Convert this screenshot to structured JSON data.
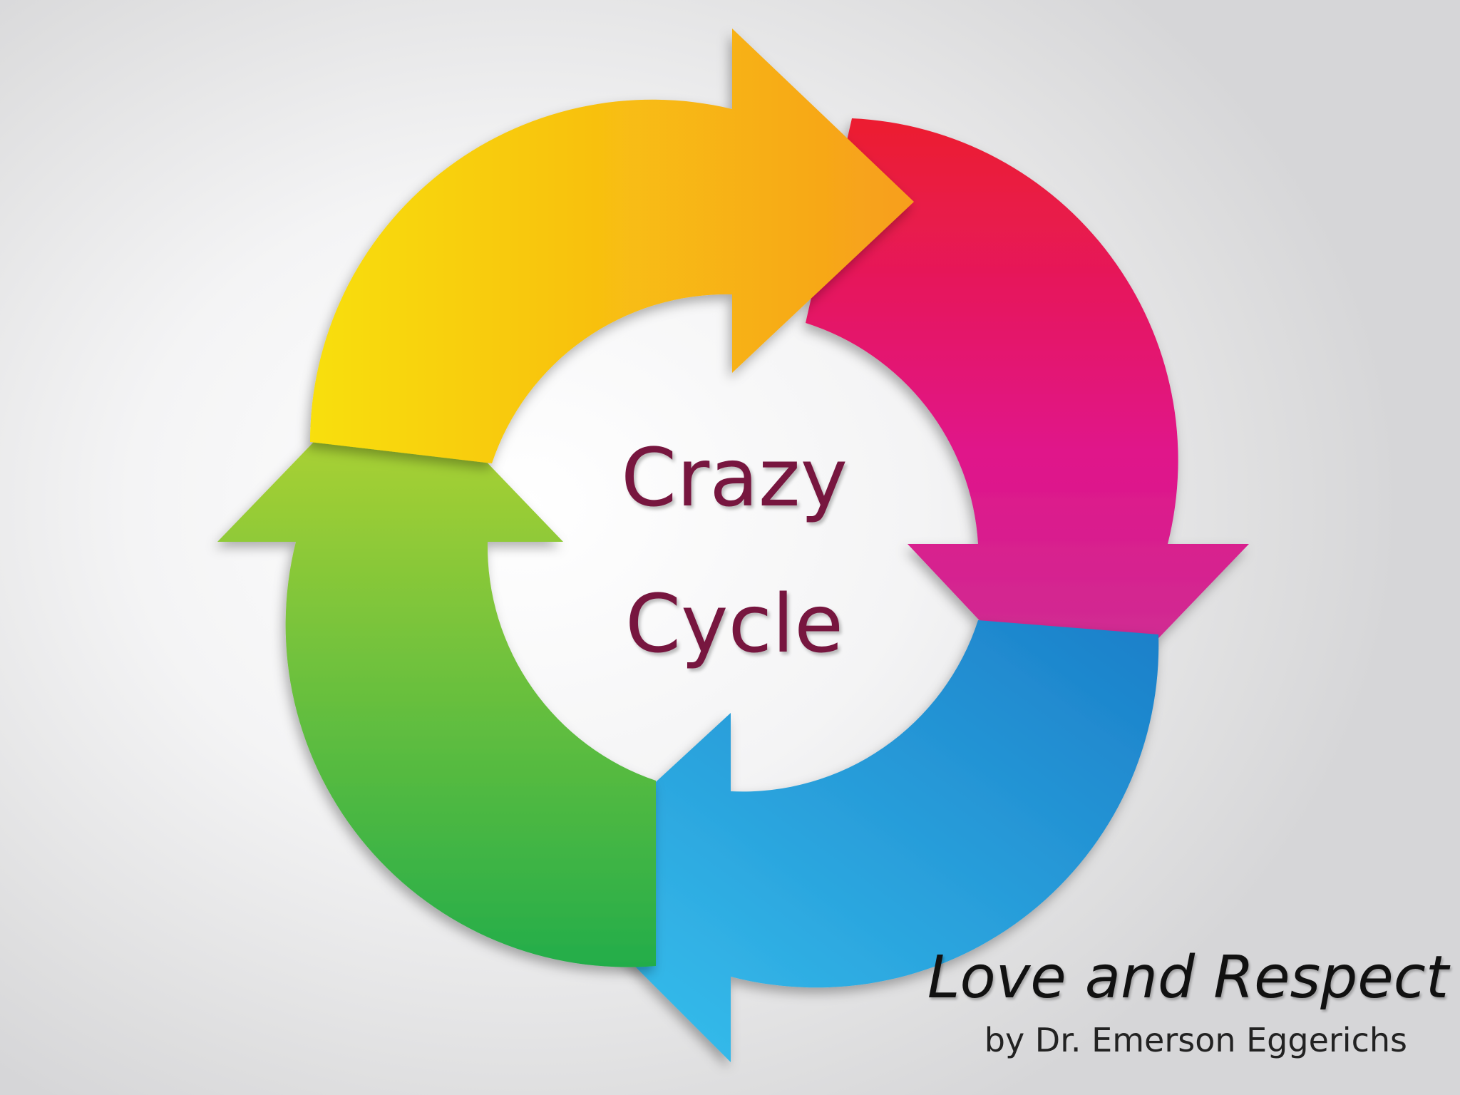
{
  "diagram": {
    "center_lines": [
      "Crazy",
      "Cycle"
    ],
    "segments": [
      {
        "name": "yellow-orange-arrow",
        "colors": [
          "#f8df07",
          "#f79e1c"
        ]
      },
      {
        "name": "red-magenta-arrow",
        "colors": [
          "#ec1d2f",
          "#c93696"
        ]
      },
      {
        "name": "blue-arrow",
        "colors": [
          "#1b7fc9",
          "#38c3ef"
        ]
      },
      {
        "name": "green-arrow",
        "colors": [
          "#23ad49",
          "#bdd630"
        ]
      }
    ],
    "text_color": "#77163f"
  },
  "footer": {
    "title": "Love and Respect",
    "subtitle": "by Dr. Emerson Eggerichs"
  }
}
